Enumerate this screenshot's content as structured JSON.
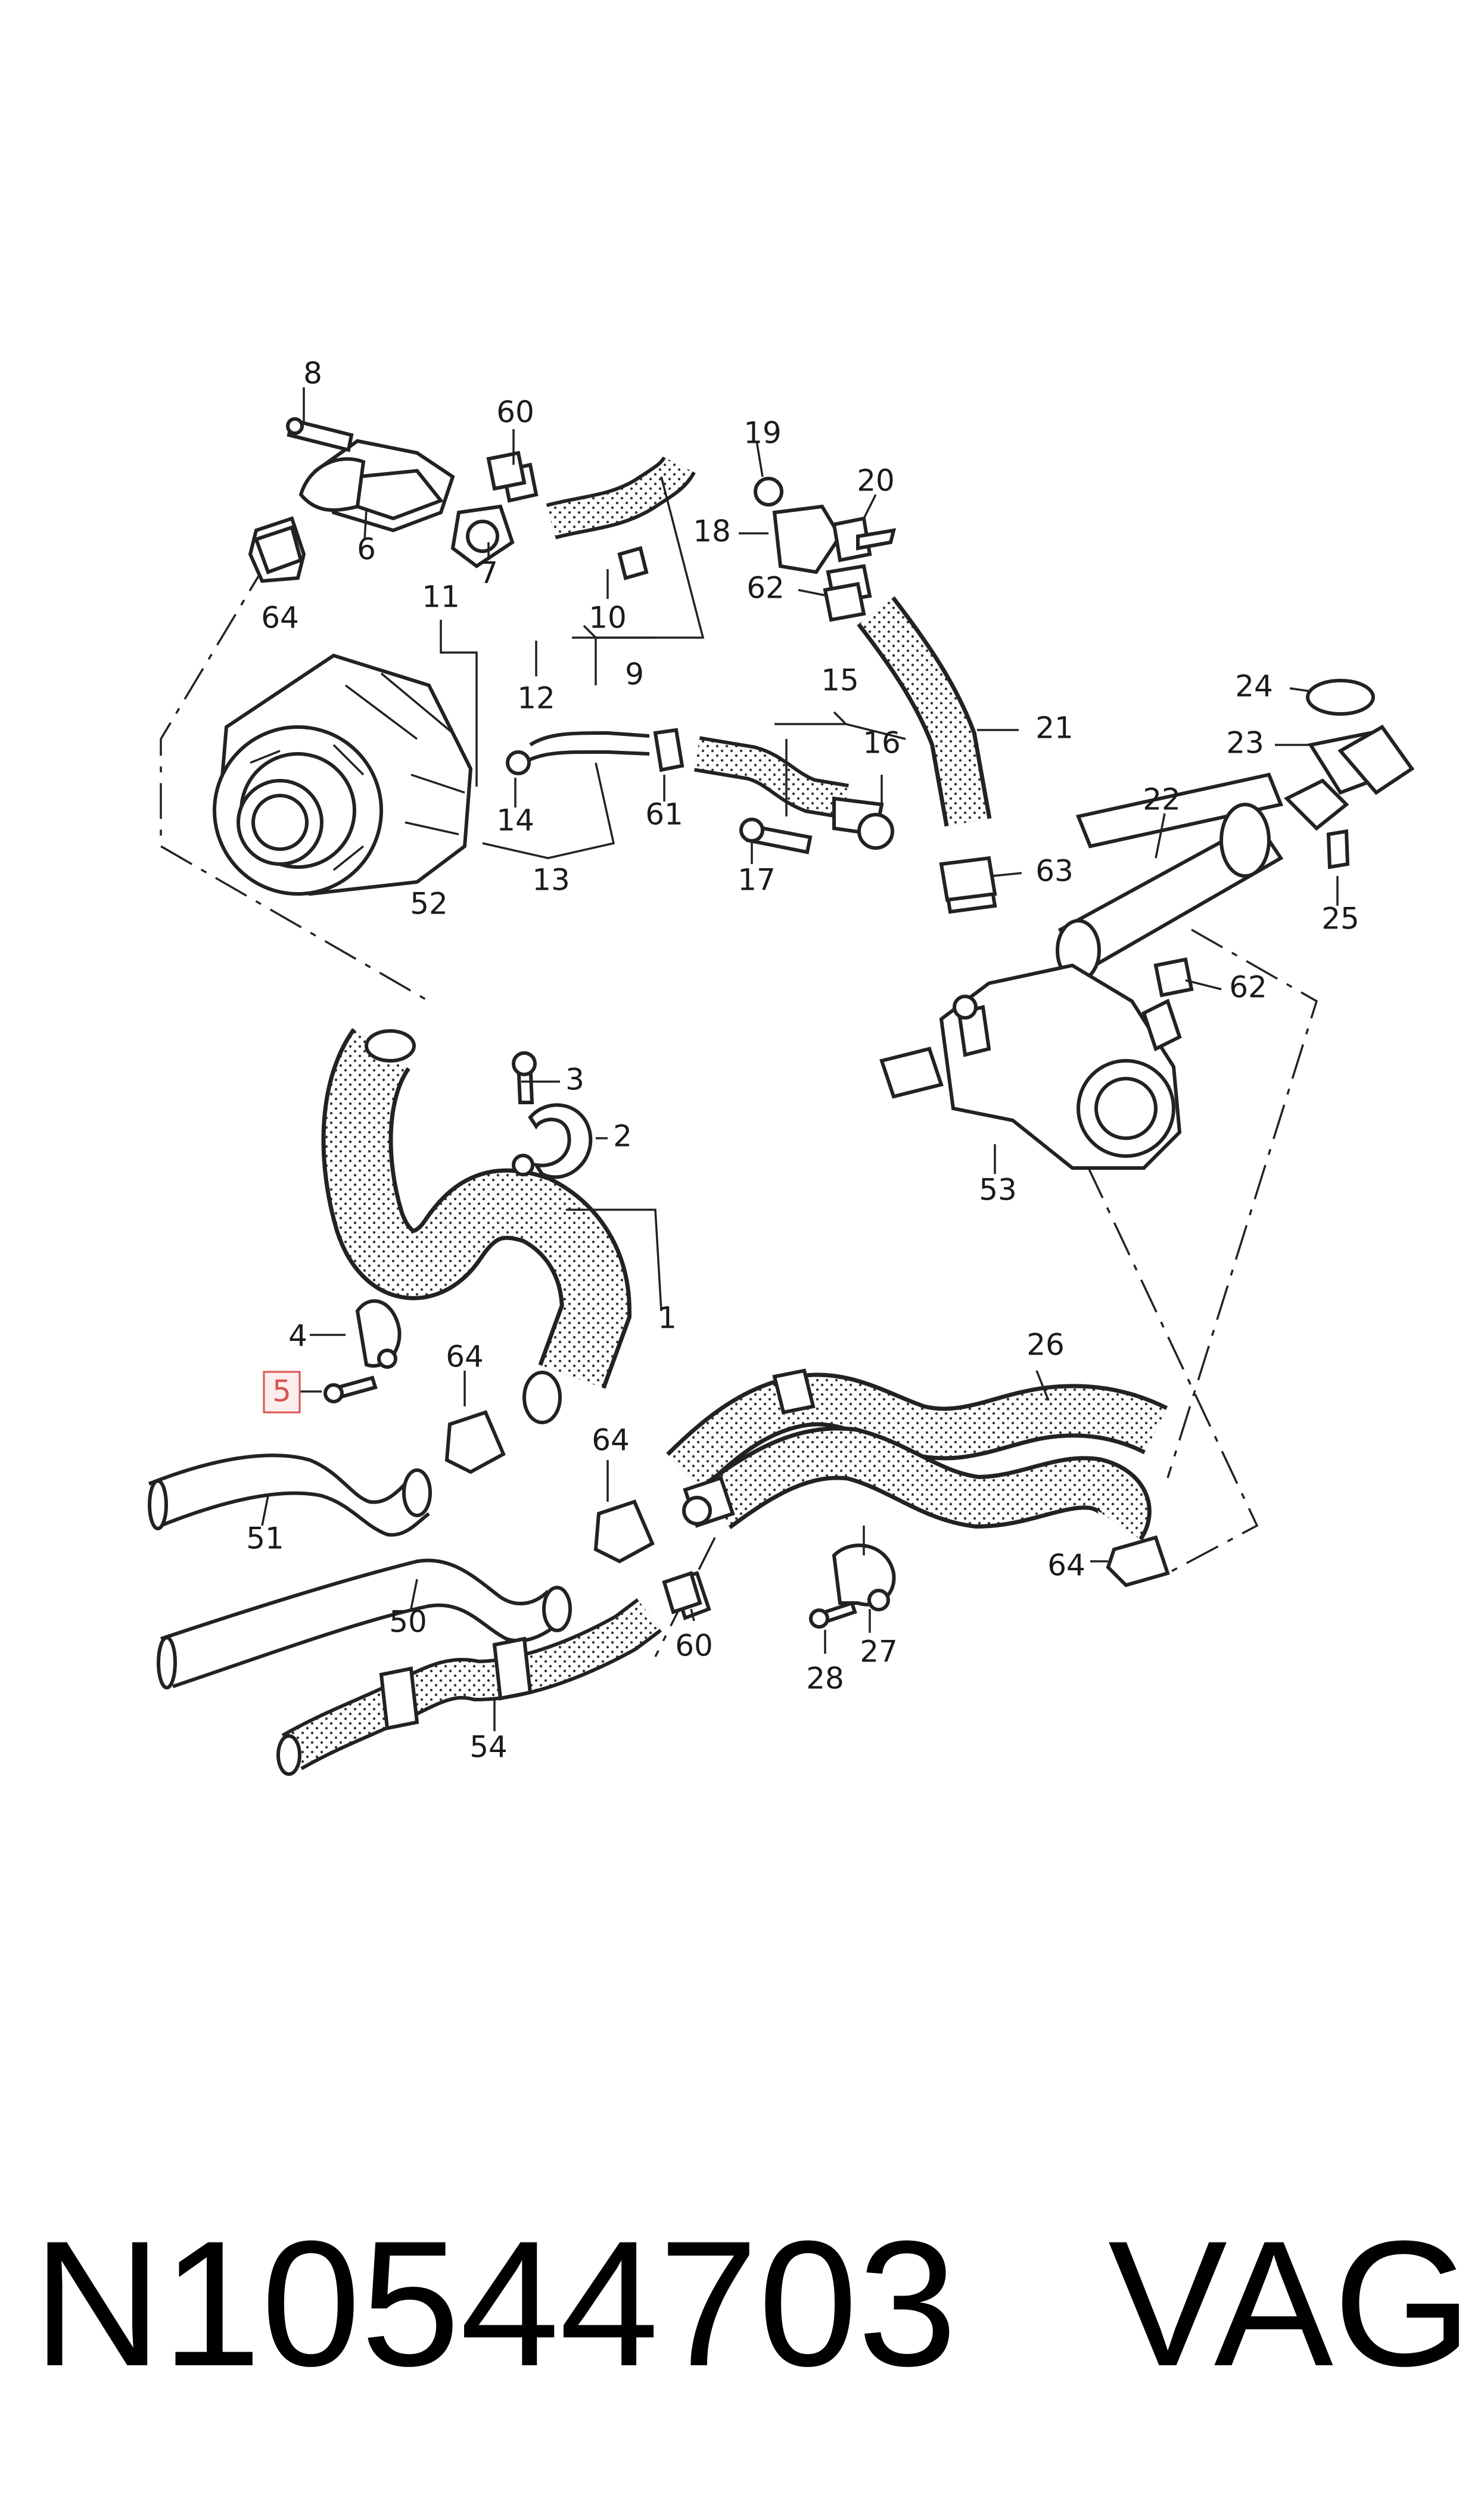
{
  "caption": {
    "part_number": "N10544703",
    "brand": "VAG"
  },
  "highlight_color": "#d9534f",
  "highlighted_callout": "5",
  "callouts": [
    "1",
    "2",
    "3",
    "4",
    "5",
    "6",
    "7",
    "8",
    "9",
    "10",
    "11",
    "12",
    "13",
    "14",
    "15",
    "16",
    "17",
    "18",
    "19",
    "20",
    "21",
    "22",
    "23",
    "24",
    "25",
    "26",
    "27",
    "28",
    "50",
    "51",
    "52",
    "53",
    "54",
    "60",
    "60",
    "61",
    "62",
    "62",
    "63",
    "64",
    "64",
    "64",
    "64"
  ]
}
